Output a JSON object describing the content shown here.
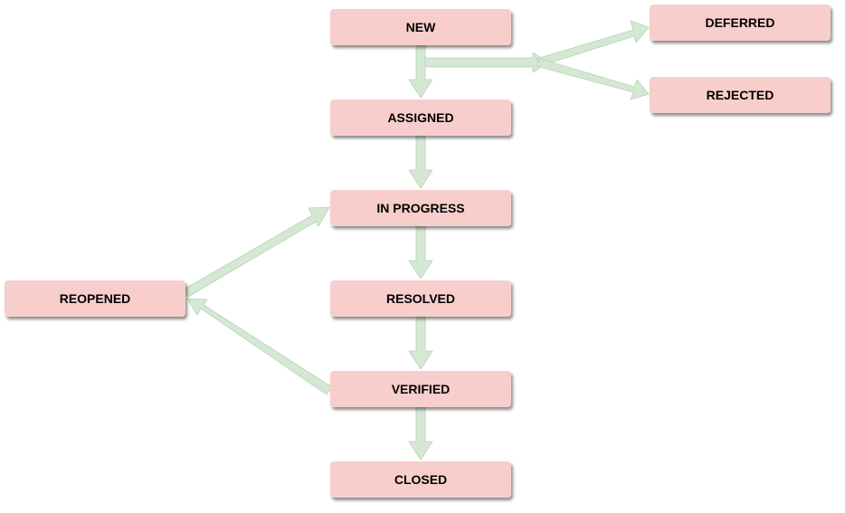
{
  "diagram": {
    "colors": {
      "node_fill": "#f8cecc",
      "node_shadow": "#b3b3b3",
      "arrow_fill": "#d5e8d4",
      "arrow_stroke": "#b5d4b3",
      "text": "#000000"
    },
    "nodes": {
      "new": "NEW",
      "deferred": "DEFERRED",
      "rejected": "REJECTED",
      "assigned": "ASSIGNED",
      "in_progress": "IN PROGRESS",
      "reopened": "REOPENED",
      "resolved": "RESOLVED",
      "verified": "VERIFIED",
      "closed": "CLOSED"
    },
    "transitions": [
      {
        "from": "NEW",
        "to": "ASSIGNED"
      },
      {
        "from": "NEW",
        "to": "DEFERRED"
      },
      {
        "from": "NEW",
        "to": "REJECTED"
      },
      {
        "from": "ASSIGNED",
        "to": "IN PROGRESS"
      },
      {
        "from": "IN PROGRESS",
        "to": "RESOLVED"
      },
      {
        "from": "RESOLVED",
        "to": "VERIFIED"
      },
      {
        "from": "VERIFIED",
        "to": "CLOSED"
      },
      {
        "from": "VERIFIED",
        "to": "REOPENED"
      },
      {
        "from": "REOPENED",
        "to": "IN PROGRESS"
      }
    ]
  }
}
